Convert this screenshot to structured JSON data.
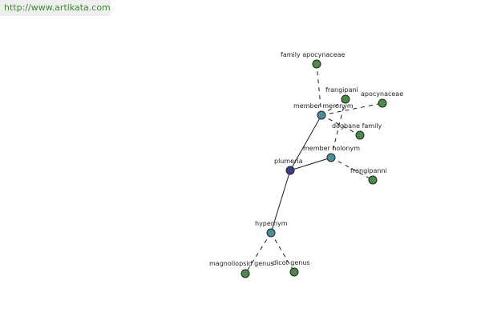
{
  "source_url": "http://www.artikata.com",
  "colors": {
    "root_node": "#3a3f8c",
    "relation_node": "#4a8f97",
    "leaf_node": "#4b8a4b",
    "edge": "#1a1a1a"
  },
  "nodes": [
    {
      "id": "plumeria",
      "label": "plumeria",
      "kind": "root"
    },
    {
      "id": "member-meronym",
      "label": "member meronym",
      "kind": "relation"
    },
    {
      "id": "member-holonym",
      "label": "member holonym",
      "kind": "relation"
    },
    {
      "id": "hypernym",
      "label": "hypernym",
      "kind": "relation"
    },
    {
      "id": "family-apocynaceae",
      "label": "family apocynaceae",
      "kind": "leaf"
    },
    {
      "id": "frangipani",
      "label": "frangipani",
      "kind": "leaf"
    },
    {
      "id": "apocynaceae",
      "label": "apocynaceae",
      "kind": "leaf"
    },
    {
      "id": "dogbane-family",
      "label": "dogbane family",
      "kind": "leaf"
    },
    {
      "id": "frangipanni",
      "label": "frangipanni",
      "kind": "leaf"
    },
    {
      "id": "magnoliopsid-genus",
      "label": "magnoliopsid genus",
      "kind": "leaf"
    },
    {
      "id": "dicot-genus",
      "label": "dicot genus",
      "kind": "leaf"
    }
  ],
  "edges": [
    {
      "from": "plumeria",
      "to": "member-meronym",
      "style": "solid"
    },
    {
      "from": "plumeria",
      "to": "member-holonym",
      "style": "solid"
    },
    {
      "from": "plumeria",
      "to": "hypernym",
      "style": "solid"
    },
    {
      "from": "member-meronym",
      "to": "family-apocynaceae",
      "style": "dashed"
    },
    {
      "from": "member-meronym",
      "to": "frangipani",
      "style": "dashed"
    },
    {
      "from": "member-meronym",
      "to": "apocynaceae",
      "style": "dashed"
    },
    {
      "from": "member-meronym",
      "to": "dogbane-family",
      "style": "dashed"
    },
    {
      "from": "member-holonym",
      "to": "frangipani",
      "style": "dashed"
    },
    {
      "from": "member-holonym",
      "to": "frangipanni",
      "style": "dashed"
    },
    {
      "from": "hypernym",
      "to": "magnoliopsid-genus",
      "style": "dashed"
    },
    {
      "from": "hypernym",
      "to": "dicot-genus",
      "style": "dashed"
    }
  ]
}
